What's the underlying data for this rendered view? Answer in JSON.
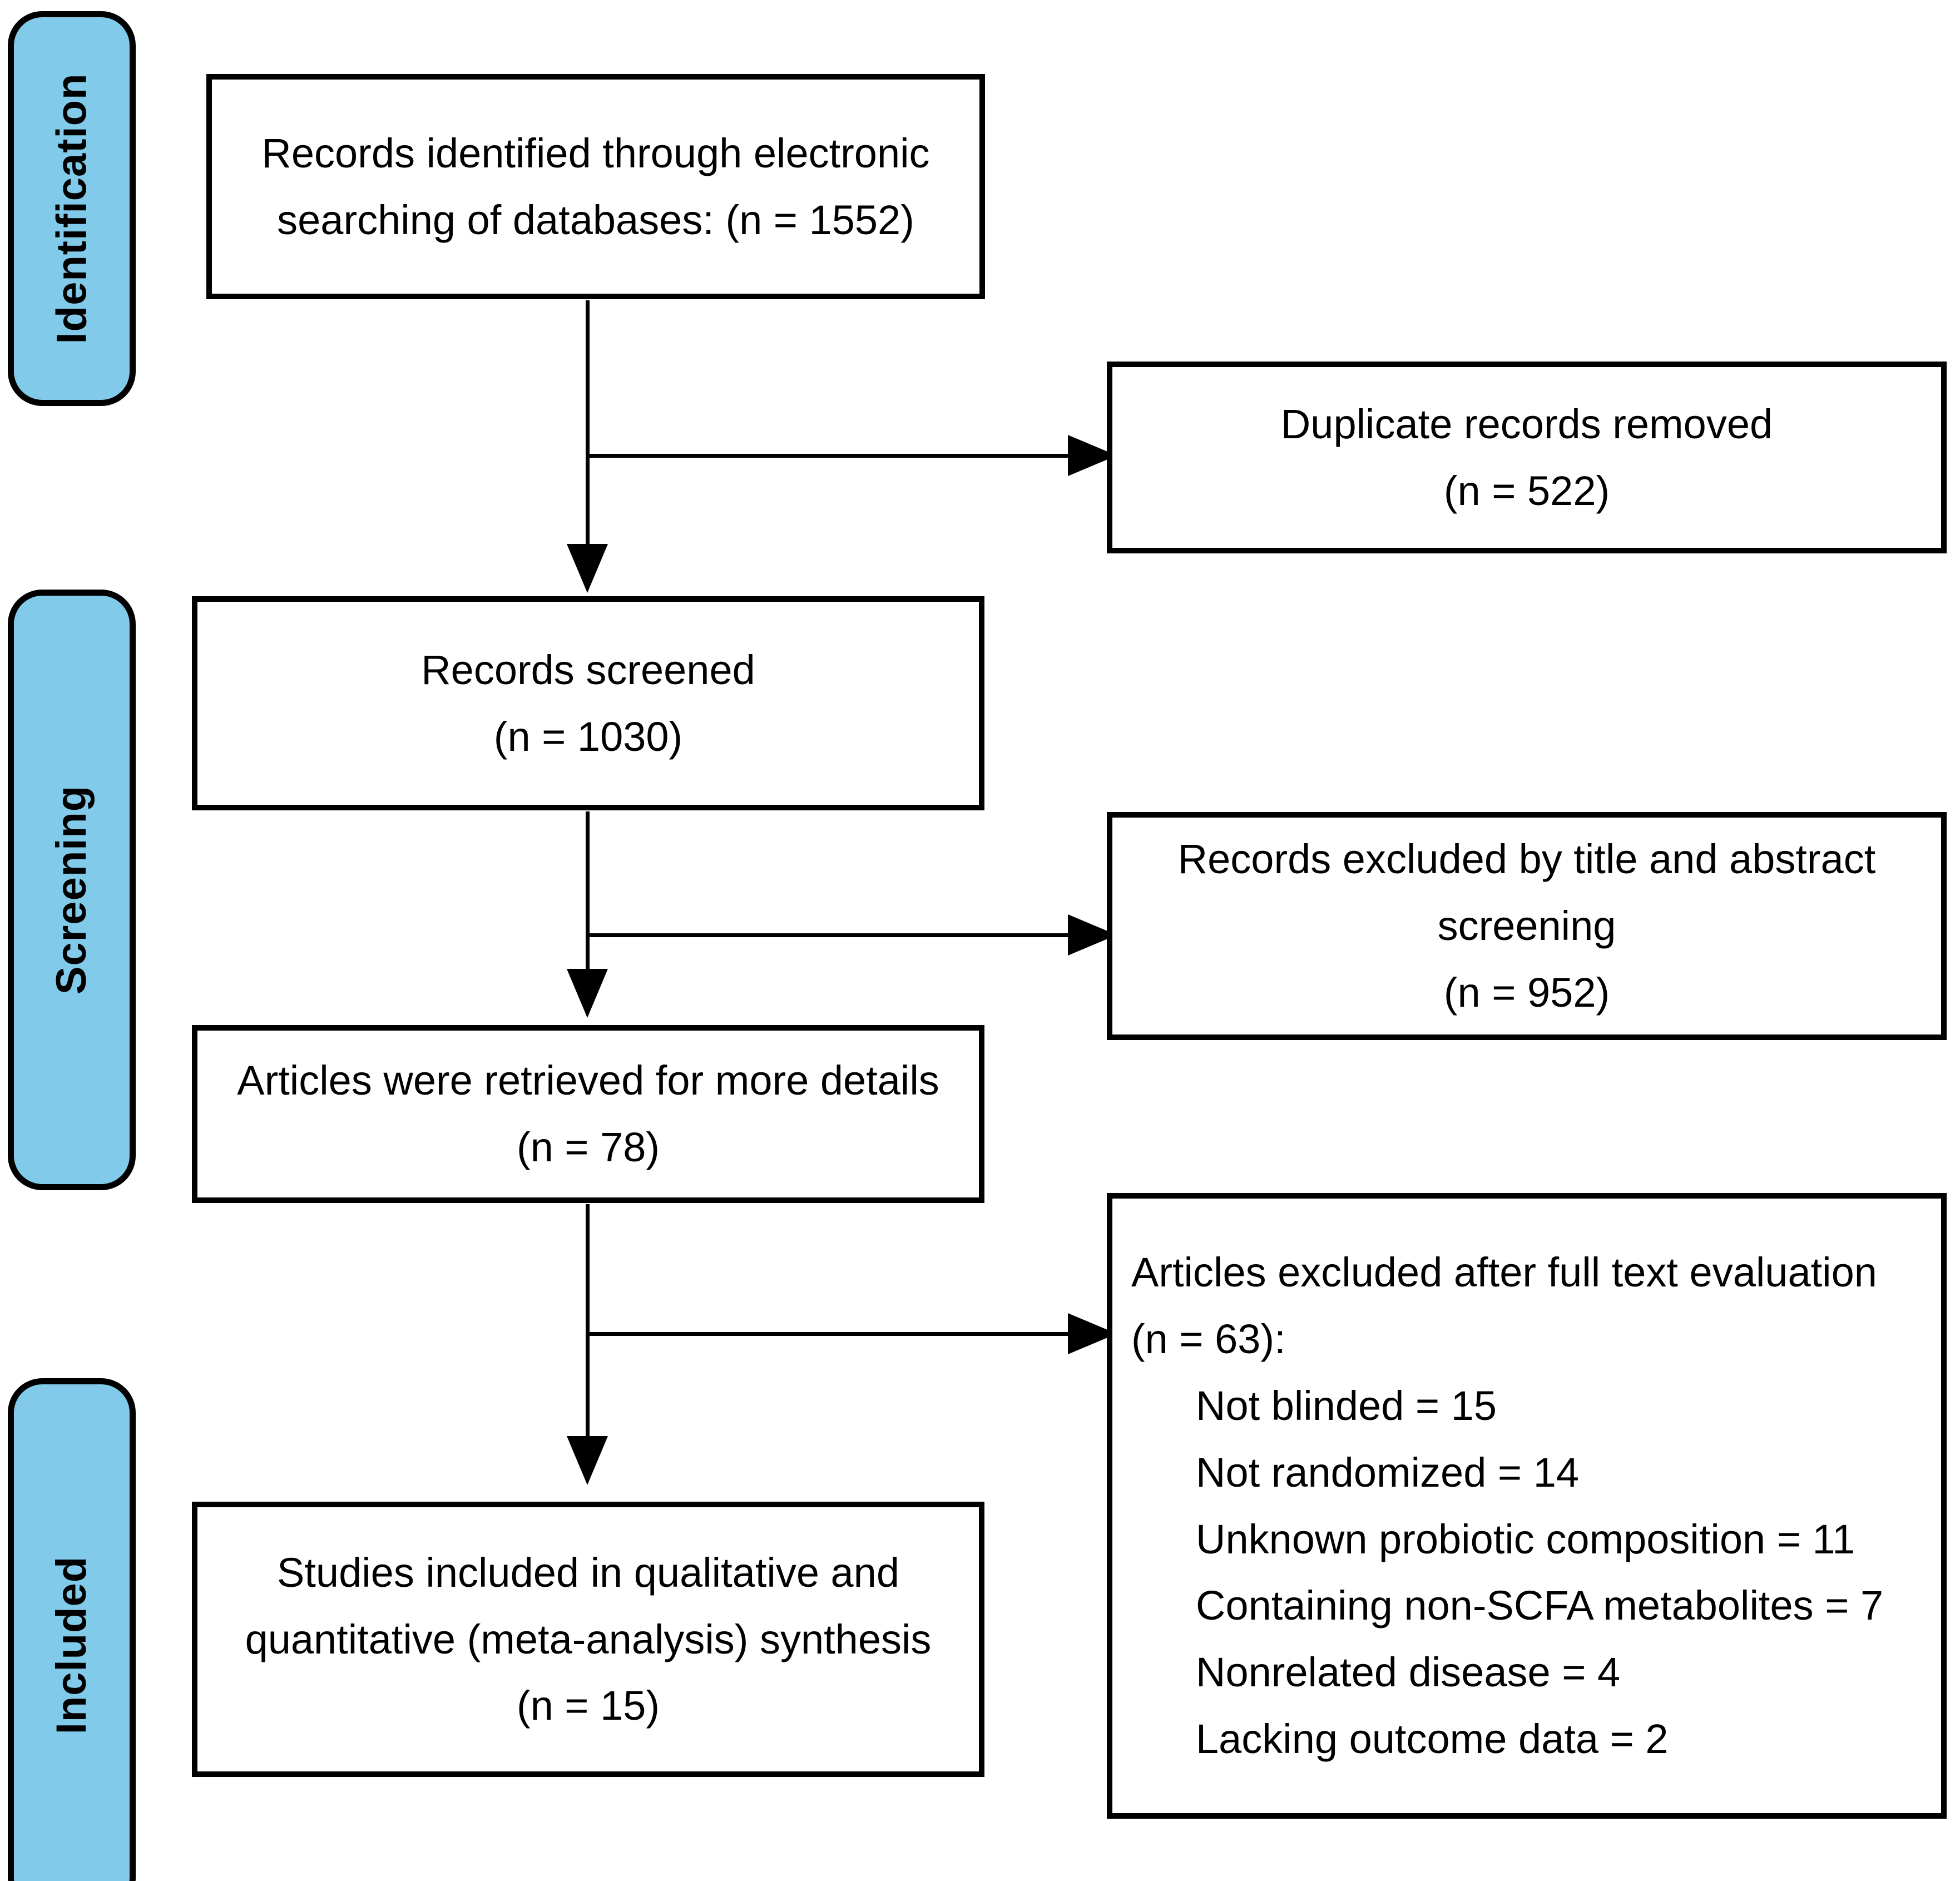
{
  "diagram": {
    "title": "PRISMA study selection flow diagram",
    "colors": {
      "stage_fill": "#82cae9",
      "stroke": "#000000",
      "box_fill": "#ffffff"
    },
    "stages": [
      {
        "id": "identification",
        "label": "Identification"
      },
      {
        "id": "screening",
        "label": "Screening"
      },
      {
        "id": "included",
        "label": "Included"
      }
    ],
    "boxes": {
      "records_identified": {
        "lines": [
          "Records identified through electronic",
          "searching of databases: (n = 1552)"
        ]
      },
      "duplicates_removed": {
        "lines": [
          "Duplicate records removed",
          "(n = 522)"
        ]
      },
      "records_screened": {
        "lines": [
          "Records screened",
          "(n = 1030)"
        ]
      },
      "records_excluded": {
        "lines": [
          "Records excluded by title and abstract",
          "screening",
          "(n = 952)"
        ]
      },
      "articles_retrieved": {
        "lines": [
          "Articles were retrieved for more details",
          "(n = 78)"
        ]
      },
      "articles_excluded": {
        "header": [
          "Articles excluded after full text evaluation",
          "(n = 63):"
        ],
        "reasons": [
          "Not blinded = 15",
          "Not randomized = 14",
          "Unknown probiotic composition = 11",
          "Containing non-SCFA metabolites = 7",
          "Nonrelated disease = 4",
          "Lacking outcome data = 2"
        ]
      },
      "studies_included": {
        "lines": [
          "Studies included in qualitative and",
          "quantitative (meta-analysis) synthesis",
          "(n = 15)"
        ]
      }
    },
    "counts": {
      "identified": 1552,
      "duplicates_removed": 522,
      "screened": 1030,
      "excluded_title_abstract": 952,
      "retrieved_full_text": 78,
      "excluded_full_text": 63,
      "not_blinded": 15,
      "not_randomized": 14,
      "unknown_probiotic_composition": 11,
      "containing_non_scfa_metabolites": 7,
      "nonrelated_disease": 4,
      "lacking_outcome_data": 2,
      "included": 15
    }
  }
}
